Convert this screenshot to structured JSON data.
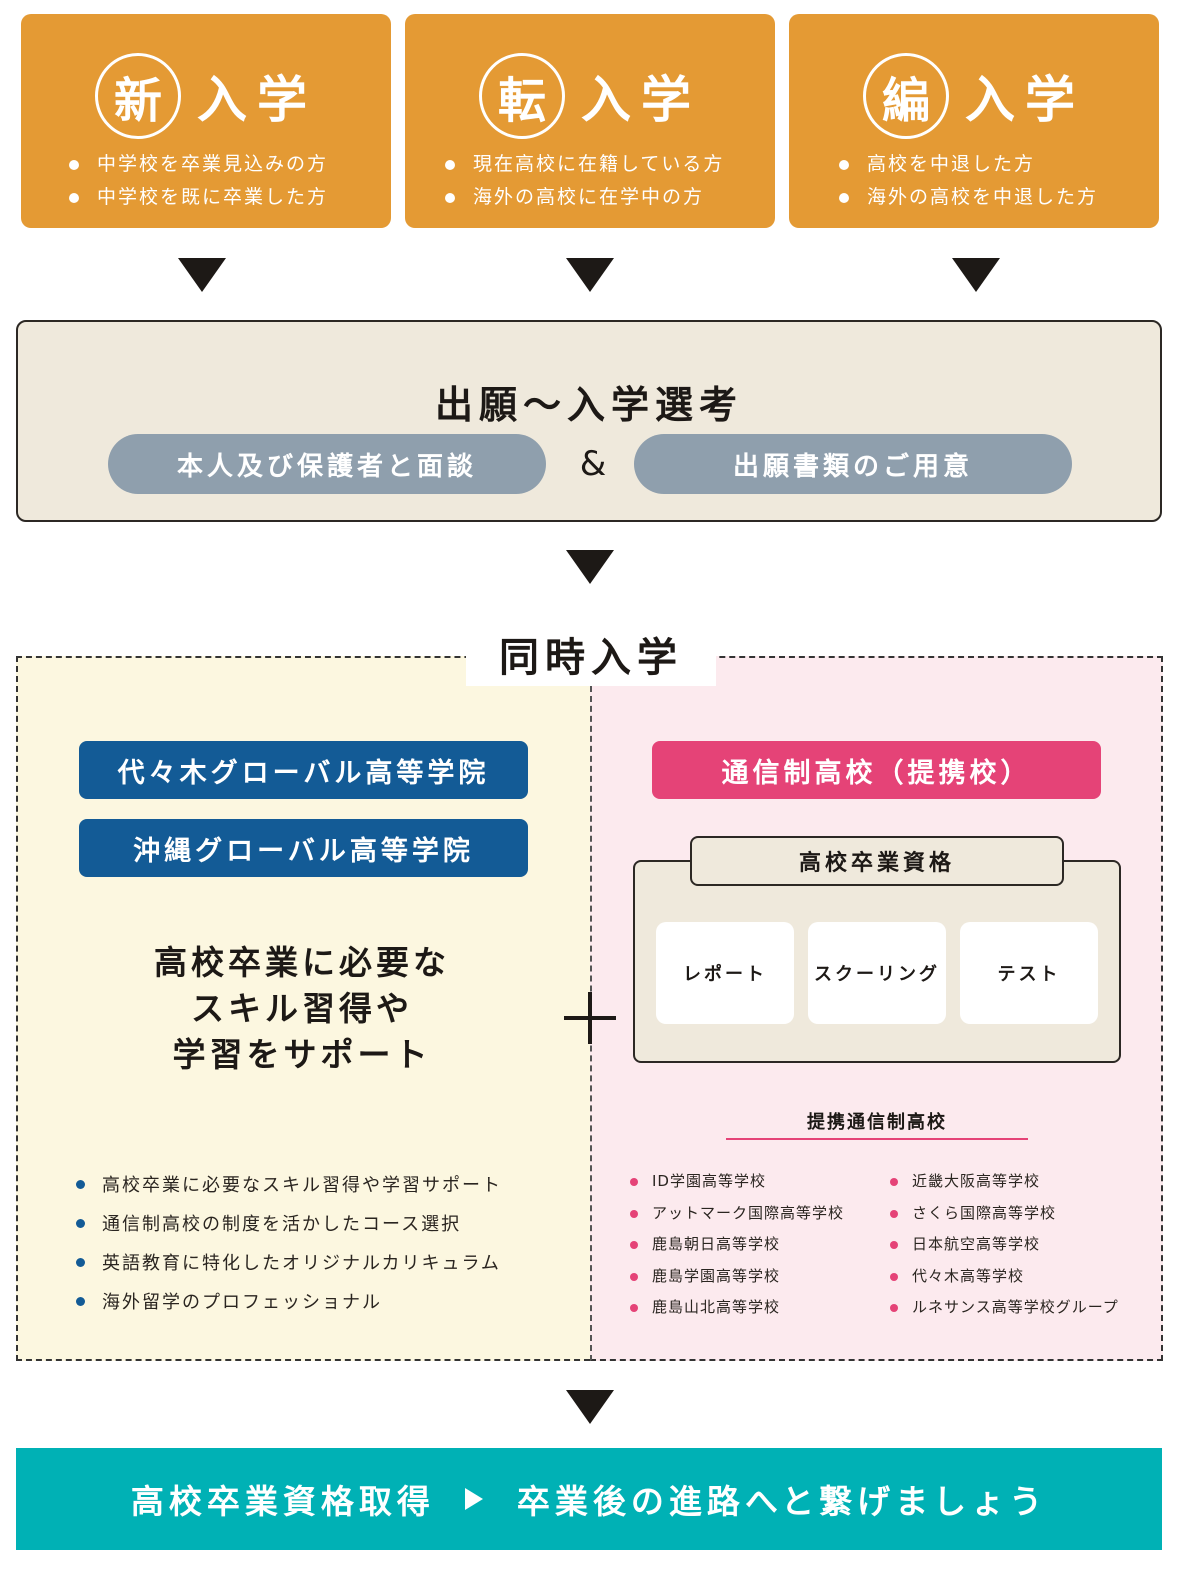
{
  "admission_types": [
    {
      "kanji": "新",
      "title": "入学",
      "bullets": [
        "中学校を卒業見込みの方",
        "中学校を既に卒業した方"
      ]
    },
    {
      "kanji": "転",
      "title": "入学",
      "bullets": [
        "現在高校に在籍している方",
        "海外の高校に在学中の方"
      ]
    },
    {
      "kanji": "編",
      "title": "入学",
      "bullets": [
        "高校を中退した方",
        "海外の高校を中退した方"
      ]
    }
  ],
  "selection": {
    "title": "出願～入学選考",
    "left_pill": "本人及び保護者と面談",
    "ampersand": "&",
    "right_pill": "出願書類のご用意"
  },
  "simultaneous": {
    "title": "同時入学",
    "left": {
      "schools": [
        "代々木グローバル高等学院",
        "沖縄グローバル高等学院"
      ],
      "support_lines": [
        "高校卒業に必要な",
        "スキル習得や",
        "学習をサポート"
      ],
      "features": [
        "高校卒業に必要なスキル習得や学習サポート",
        "通信制高校の制度を活かしたコース選択",
        "英語教育に特化したオリジナルカリキュラム",
        "海外留学のプロフェッショナル"
      ]
    },
    "right": {
      "header": "通信制高校（提携校）",
      "qualification": "高校卒業資格",
      "components": [
        "レポート",
        "スクーリング",
        "テスト"
      ],
      "partners_title": "提携通信制高校",
      "partners_col1": [
        "ID学園高等学校",
        "アットマーク国際高等学校",
        "鹿島朝日高等学校",
        "鹿島学園高等学校",
        "鹿島山北高等学校"
      ],
      "partners_col2": [
        "近畿大阪高等学校",
        "さくら国際高等学校",
        "日本航空高等学校",
        "代々木高等学校",
        "ルネサンス高等学校グループ"
      ]
    }
  },
  "final": {
    "left": "高校卒業資格取得",
    "right": "卒業後の進路へと繋げましょう"
  },
  "colors": {
    "orange": "#e49a34",
    "beige": "#efe9dc",
    "pill_gray": "#8f9fad",
    "blue": "#135b96",
    "pink": "#e54377",
    "teal": "#00b1b5"
  }
}
